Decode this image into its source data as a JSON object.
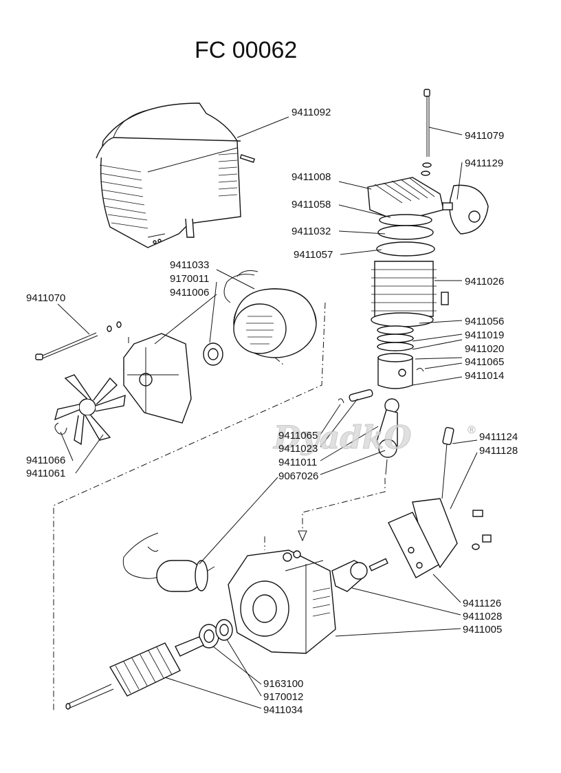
{
  "title": "FC 00062",
  "watermark": {
    "text": "DyadkO",
    "mark": "®"
  },
  "parts": [
    "9411092",
    "9411079",
    "9411129",
    "9411008",
    "9411058",
    "9411032",
    "9411057",
    "9411033",
    "9170011",
    "9411006",
    "9411070",
    "9411026",
    "9411056",
    "9411019",
    "9411020",
    "9411065",
    "9411014",
    "9411065",
    "9411023",
    "9411011",
    "9067026",
    "9411066",
    "9411061",
    "9411124",
    "9411128",
    "9411126",
    "9411028",
    "9411005",
    "9163100",
    "9170012",
    "9411034"
  ]
}
